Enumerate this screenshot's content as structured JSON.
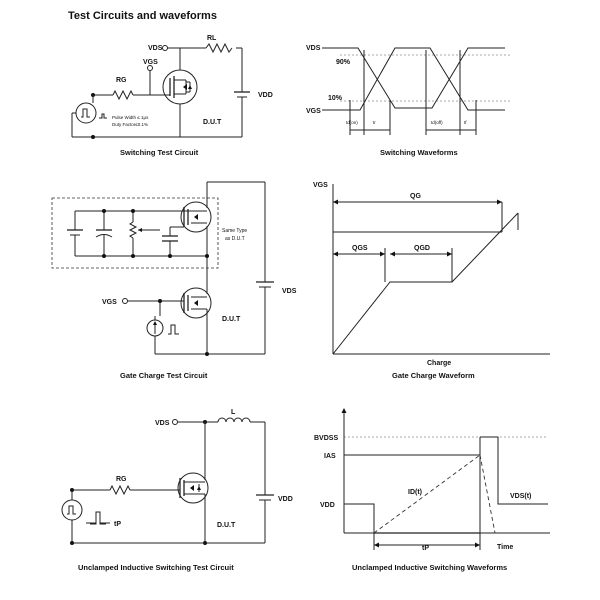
{
  "title": "Test Circuits and waveforms",
  "switching_circuit": {
    "caption": "Switching Test Circuit",
    "vds": "VDS",
    "rl": "RL",
    "vgs": "VGS",
    "rg": "RG",
    "vdd": "VDD",
    "dut": "D.U.T",
    "pulse_width": "Pulse Width ≤ 1μs",
    "duty_factor": "Duty Factor≤0.1%"
  },
  "switching_waveform": {
    "caption": "Switching Waveforms",
    "vds": "VDS",
    "vgs": "VGS",
    "pct90": "90%",
    "pct10": "10%",
    "td_on": "td(on)",
    "tr": "tr",
    "td_off": "td(off)",
    "tf": "tf"
  },
  "gate_charge_circuit": {
    "caption": "Gate Charge Test Circuit",
    "same_type_1": "Same Type",
    "same_type_2": "as D.U.T",
    "vds": "VDS",
    "vgs": "VGS",
    "dut": "D.U.T"
  },
  "gate_charge_waveform": {
    "caption": "Gate Charge Waveform",
    "vgs": "VGS",
    "qg": "QG",
    "qgs": "QGS",
    "qgd": "QGD",
    "charge": "Charge"
  },
  "uis_circuit": {
    "caption": "Unclamped Inductive Switching Test Circuit",
    "vds": "VDS",
    "l": "L",
    "rg": "RG",
    "vdd": "VDD",
    "dut": "D.U.T",
    "tp": "tP"
  },
  "uis_waveform": {
    "caption": "Unclamped Inductive Switching Waveforms",
    "bvdss": "BVDSS",
    "ias": "IAS",
    "id": "ID(t)",
    "vds": "VDS(t)",
    "vdd": "VDD",
    "tp": "tP",
    "time": "Time"
  }
}
